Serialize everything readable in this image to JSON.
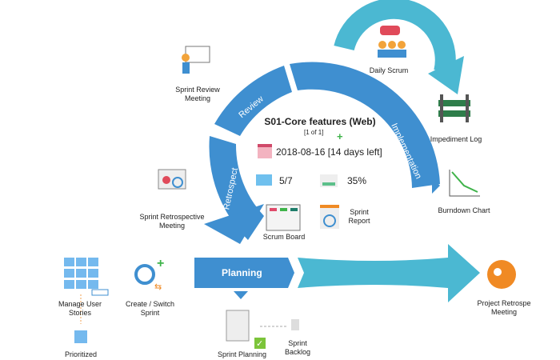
{
  "sprint": {
    "title": "S01-Core features (Web)",
    "index": "[1 of 1]",
    "date": "2018-08-16 [14 days left]",
    "stories": "5/7",
    "progress": "35%",
    "scrum_board": "Scrum Board",
    "sprint_report": "Sprint Report"
  },
  "phases": {
    "review": "Review",
    "retrospect": "Retrospect",
    "implementation": "Implementation",
    "planning": "Planning"
  },
  "nodes": {
    "daily_scrum": "Daily Scrum",
    "impediment_log": "Impediment Log",
    "burndown_chart": "Burndown Chart",
    "sprint_review": "Sprint Review Meeting",
    "sprint_retro": "Sprint Retrospective Meeting",
    "manage_stories": "Manage User Stories",
    "create_sprint": "Create / Switch Sprint",
    "prioritized": "Prioritized",
    "sprint_planning": "Sprint Planning",
    "sprint_backlog": "Sprint Backlog",
    "project_retro": "Project Retrospe Meeting"
  },
  "colors": {
    "ring": "#3f8fd0",
    "daily": "#4bb8d2",
    "accent_green": "#3fb34a",
    "accent_orange": "#f08a24"
  }
}
